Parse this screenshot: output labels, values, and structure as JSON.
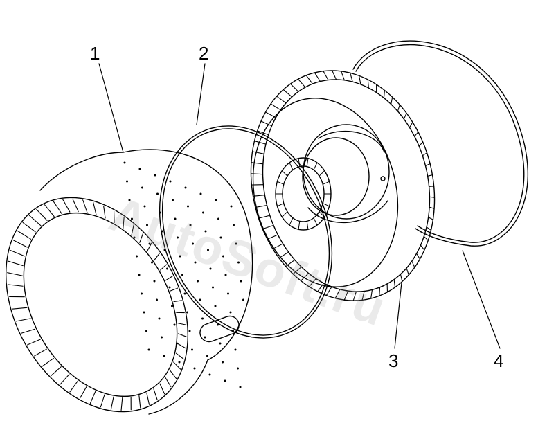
{
  "callouts": {
    "part1": "1",
    "part2": "2",
    "part3": "3",
    "part4": "4"
  },
  "watermark": "AutoSoft.ru",
  "colors": {
    "line": "#000000",
    "background": "#ffffff"
  }
}
